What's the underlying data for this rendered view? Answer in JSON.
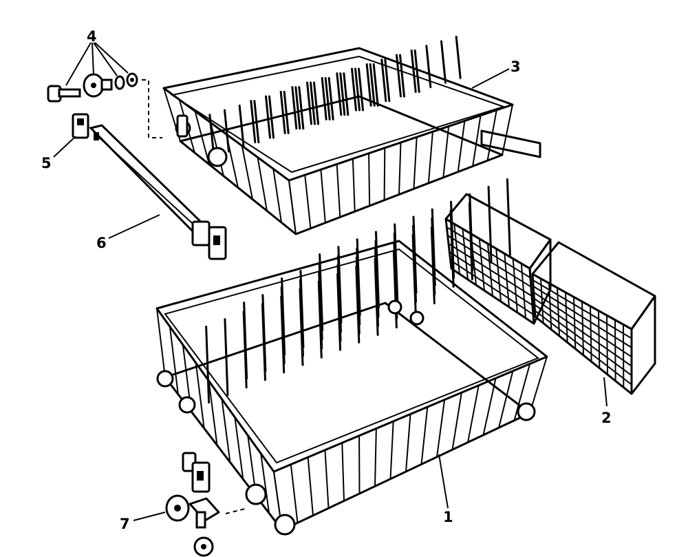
{
  "callouts": {
    "one": "1",
    "two": "2",
    "three": "3",
    "four": "4",
    "five": "5",
    "six": "6",
    "seven": "7"
  },
  "colors": {
    "line": "#000000",
    "background": "#ffffff"
  },
  "icons": [
    "bolt-icon",
    "wheel-icon",
    "washer-icon",
    "nut-icon",
    "clip-icon",
    "bracket-icon"
  ]
}
